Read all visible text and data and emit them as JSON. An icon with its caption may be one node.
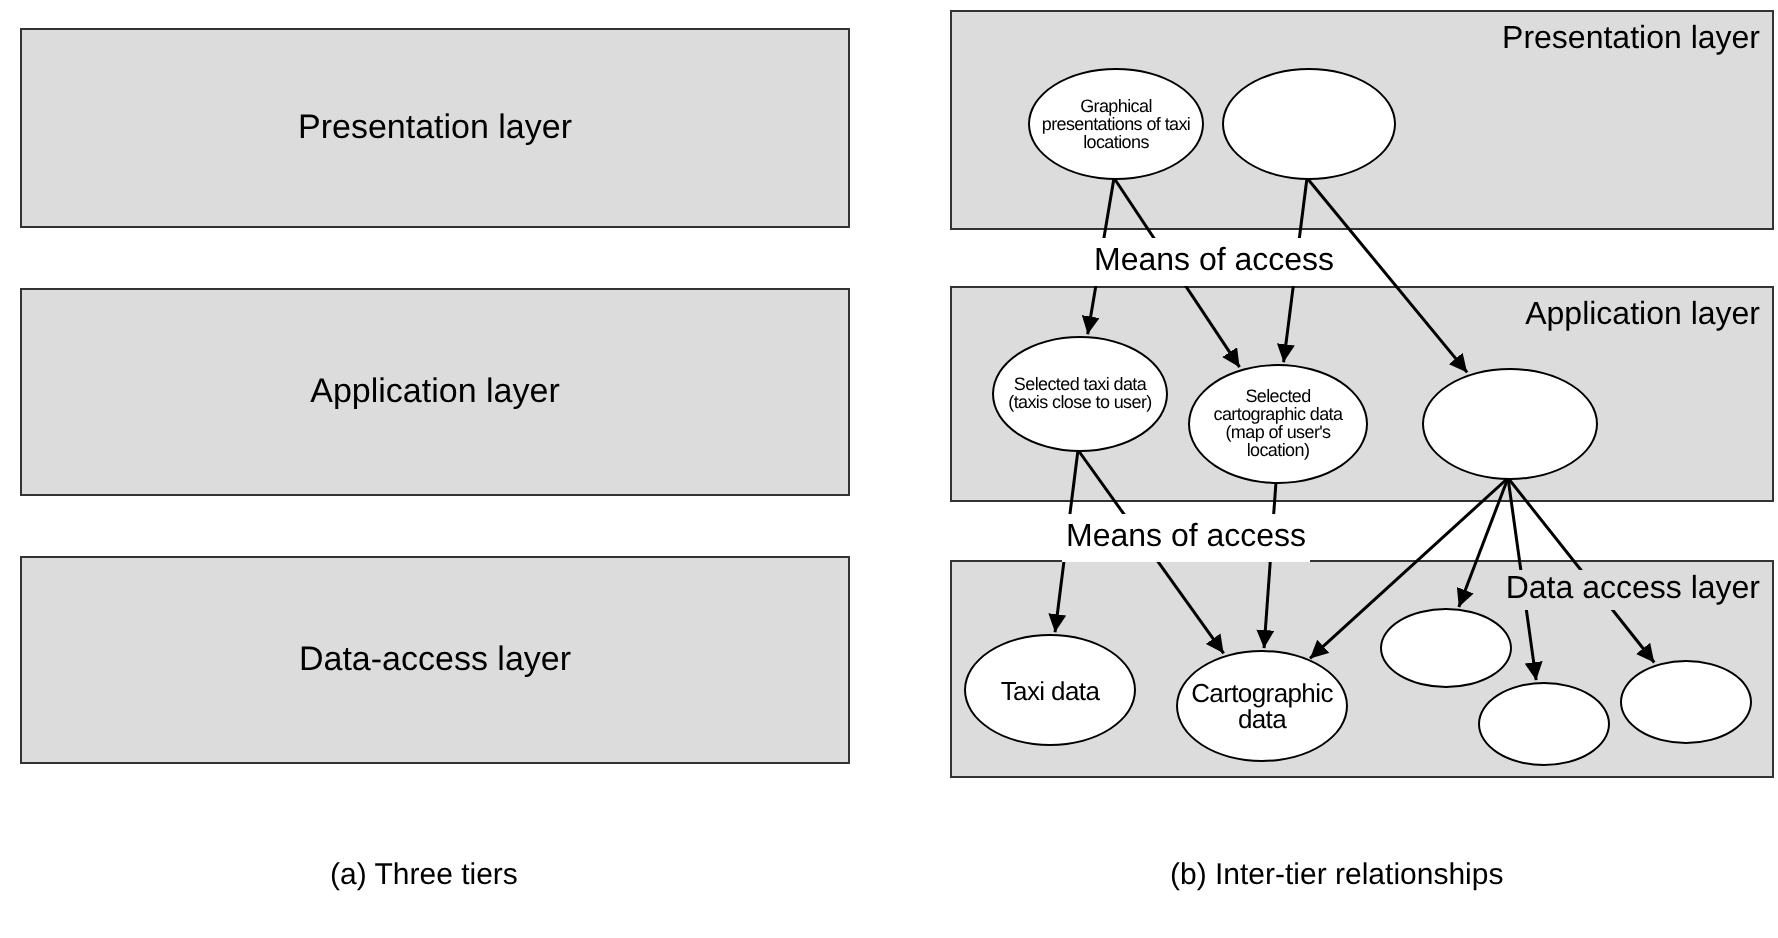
{
  "diagram": {
    "nodes": [
      {
        "text": [
          "Presentation layer"
        ]
      },
      {
        "text": [
          "Application layer"
        ]
      },
      {
        "text": [
          "Data-access layer"
        ]
      },
      {
        "text": [
          "Presentation layer"
        ]
      },
      {
        "text": [
          "Graphical presentations of taxi locations"
        ],
        "in": 3
      },
      {
        "text": [],
        "shape": "ellipse",
        "in": 3
      },
      {
        "text": [
          "Application layer"
        ]
      },
      {
        "text": [
          "Selected taxi data (taxis close to user)"
        ],
        "in": 6
      },
      {
        "text": [
          "Selected cartographic data (map of user's location)"
        ],
        "in": 6
      },
      {
        "text": [],
        "shape": "ellipse",
        "in": 6
      },
      {
        "text": [
          "Data access layer"
        ]
      },
      {
        "text": [
          "Taxi data"
        ],
        "in": 10
      },
      {
        "text": [
          "Cartographic data"
        ],
        "in": 10
      },
      {
        "text": [],
        "shape": "ellipse",
        "in": 10
      },
      {
        "text": [],
        "shape": "ellipse",
        "in": 10
      },
      {
        "text": [],
        "shape": "ellipse",
        "in": 10
      }
    ],
    "edges": [
      {
        "from": 4,
        "to": 7,
        "arrow": "to"
      },
      {
        "from": 4,
        "to": 8,
        "arrow": "to"
      },
      {
        "from": 5,
        "to": 8,
        "arrow": "to"
      },
      {
        "from": 5,
        "to": 9,
        "arrow": "to"
      },
      {
        "from": 7,
        "to": 11,
        "arrow": "to"
      },
      {
        "from": 7,
        "to": 12,
        "arrow": "to"
      },
      {
        "from": 8,
        "to": 12,
        "arrow": "to"
      },
      {
        "from": 9,
        "to": 12,
        "arrow": "to"
      },
      {
        "from": 9,
        "to": 13,
        "arrow": "to"
      },
      {
        "from": 9,
        "to": 14,
        "arrow": "to"
      },
      {
        "from": 9,
        "to": 15,
        "arrow": "to"
      }
    ],
    "labels": [
      "Means of access",
      "Means of access",
      "(a) Three tiers",
      "(b) Inter-tier relationships"
    ]
  }
}
